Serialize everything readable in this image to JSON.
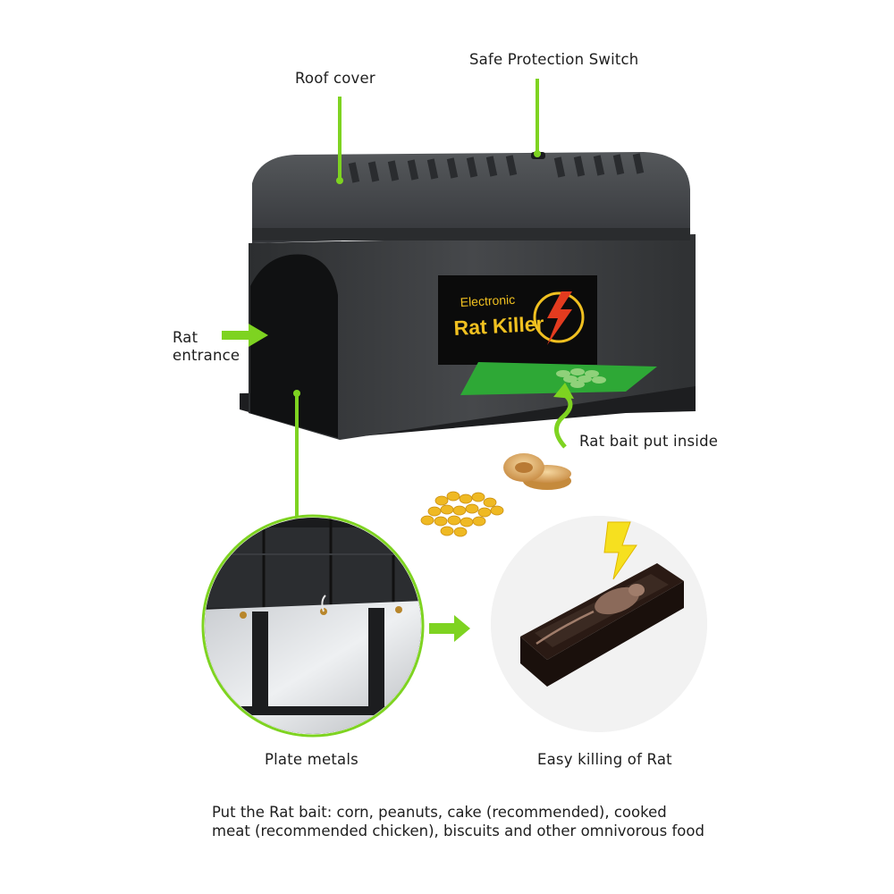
{
  "callouts": {
    "roof_cover": "Roof  cover",
    "safe_switch": "Safe Protection  Switch",
    "rat_entrance_line1": "Rat",
    "rat_entrance_line2": "entrance",
    "rat_bait": "Rat bait put inside",
    "plate_metals": "Plate metals",
    "easy_killing": "Easy killing of Rat"
  },
  "device_label": {
    "line1": "Electronic",
    "line2": "Rat Killer"
  },
  "footnote": {
    "line1": "Put the Rat bait: corn, peanuts, cake (recommended), cooked",
    "line2": "meat (recommended chicken), biscuits and other omnivorous food"
  },
  "colors": {
    "arrow_green": "#7ed321",
    "device_body": "#3a3c3e",
    "label_yellow": "#f0c020",
    "bait_pad": "#2ea836"
  }
}
